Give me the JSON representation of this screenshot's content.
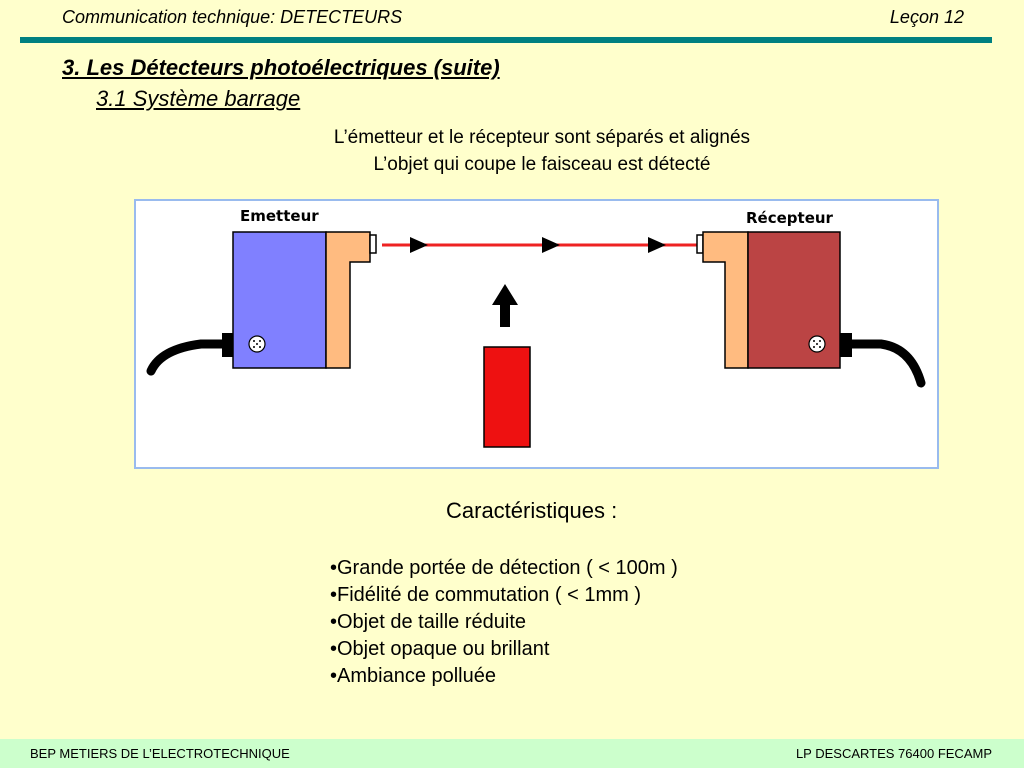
{
  "header": {
    "left": "Communication technique: DETECTEURS",
    "right": "Leçon 12",
    "bar_color": "#008080"
  },
  "title": "3. Les Détecteurs photoélectriques (suite)",
  "subtitle": "3.1 Système barrage",
  "description": [
    "L’émetteur et le récepteur sont séparés et alignés",
    "L’objet qui coupe le faisceau est détecté"
  ],
  "diagram": {
    "emitter_label": "Emetteur",
    "receiver_label": "Récepteur",
    "emitter_color": "#8080ff",
    "receiver_color": "#bb4444",
    "lens_color": "#ffbb80",
    "beam_color": "#ee2222",
    "object_color": "#ee1111"
  },
  "characteristics_title": "Caractéristiques :",
  "characteristics": [
    "•Grande portée de détection ( < 100m )",
    "•Fidélité de commutation ( < 1mm )",
    "•Objet de taille réduite",
    "•Objet opaque ou brillant",
    "•Ambiance polluée"
  ],
  "footer": {
    "left": "BEP METIERS DE L’ELECTROTECHNIQUE",
    "right": "LP DESCARTES 76400 FECAMP",
    "bg_color": "#ccffcc"
  }
}
